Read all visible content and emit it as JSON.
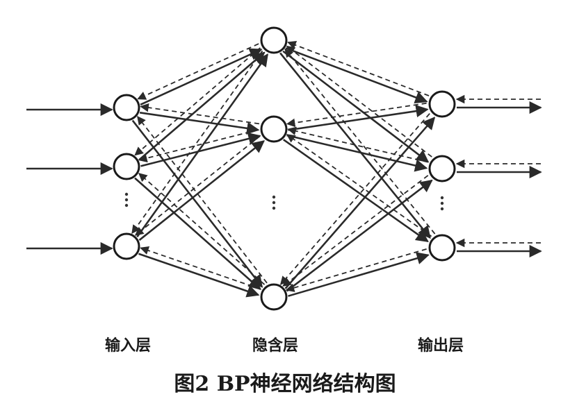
{
  "layers": {
    "input_label": "输入层",
    "hidden_label": "隐含层",
    "output_label": "输出层"
  },
  "caption": "图2   BP神经网络结构图",
  "network": {
    "input_visible_nodes": 3,
    "hidden_visible_nodes": 3,
    "output_visible_nodes": 3,
    "forward_style": "solid",
    "backward_style": "dashed",
    "ellipsis": "⋮"
  }
}
